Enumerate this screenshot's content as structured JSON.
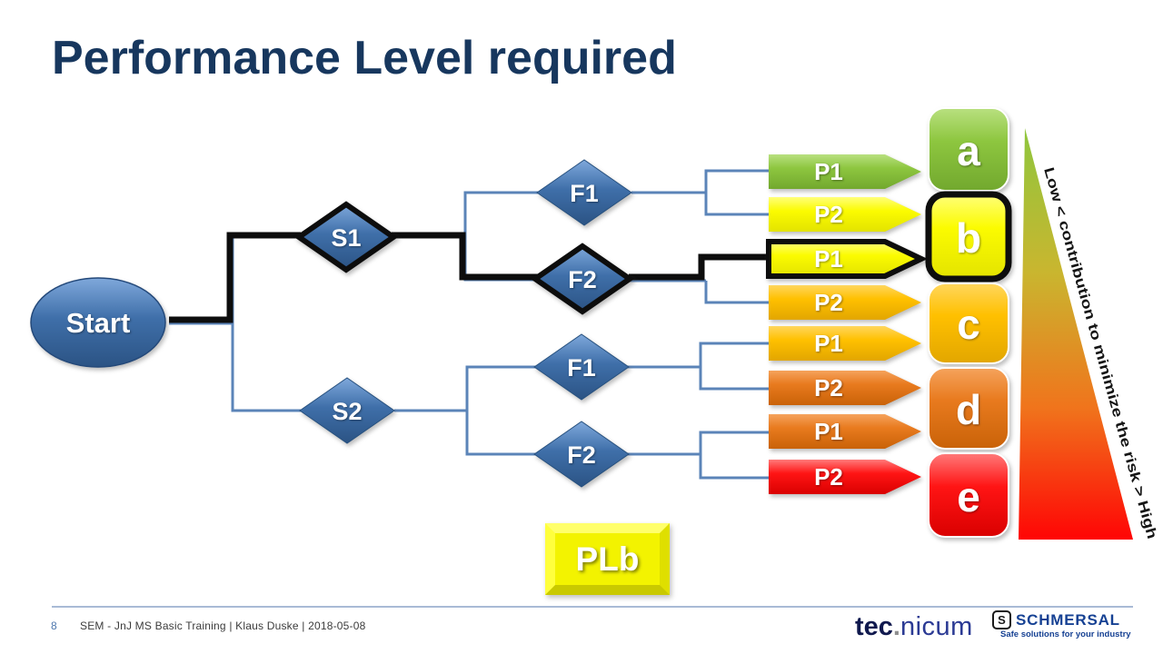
{
  "title": "Performance Level required",
  "diagram": {
    "start": {
      "label": "Start"
    },
    "decisions": [
      {
        "label": "S1",
        "highlighted": true
      },
      {
        "label": "F1",
        "highlighted": false
      },
      {
        "label": "F2",
        "highlighted": true
      },
      {
        "label": "S2",
        "highlighted": false
      },
      {
        "label": "F1",
        "highlighted": false
      },
      {
        "label": "F2",
        "highlighted": false
      }
    ],
    "arrows": [
      {
        "label": "P1",
        "color": "#8DC63F",
        "result": "a",
        "highlighted": false
      },
      {
        "label": "P2",
        "color": "#FBFB00",
        "result": "b",
        "highlighted": false
      },
      {
        "label": "P1",
        "color": "#FBFB00",
        "result": "b",
        "highlighted": true
      },
      {
        "label": "P2",
        "color": "#FFC000",
        "result": "c",
        "highlighted": false
      },
      {
        "label": "P1",
        "color": "#FFC000",
        "result": "c",
        "highlighted": false
      },
      {
        "label": "P2",
        "color": "#E87A1E",
        "result": "d",
        "highlighted": false
      },
      {
        "label": "P1",
        "color": "#E87A1E",
        "result": "d",
        "highlighted": false
      },
      {
        "label": "P2",
        "color": "#FF1414",
        "result": "e",
        "highlighted": false
      }
    ],
    "results": [
      {
        "label": "a",
        "color": "#8DC63F",
        "highlighted": false
      },
      {
        "label": "b",
        "color": "#FBFB00",
        "highlighted": true
      },
      {
        "label": "c",
        "color": "#FFC000",
        "highlighted": false
      },
      {
        "label": "d",
        "color": "#E87A1E",
        "highlighted": false
      },
      {
        "label": "e",
        "color": "#FF1414",
        "highlighted": false
      }
    ],
    "risk_scale": {
      "text": "Low < contribution to minimize the risk > High",
      "top_color": "#8FC63E",
      "bottom_color": "#FF0505"
    },
    "selected_level": {
      "label": "PLb",
      "color": "#F3F300"
    }
  },
  "footer": {
    "page_number": "8",
    "text": "SEM - JnJ MS Basic Training  |  Klaus Duske  |  2018-05-08",
    "tecnicum": {
      "part1": "tec",
      "dot": ".",
      "part2": "nicum"
    },
    "schmersal": {
      "icon": "S",
      "name": "SCHMERSAL",
      "tagline": "Safe solutions for your industry"
    }
  }
}
